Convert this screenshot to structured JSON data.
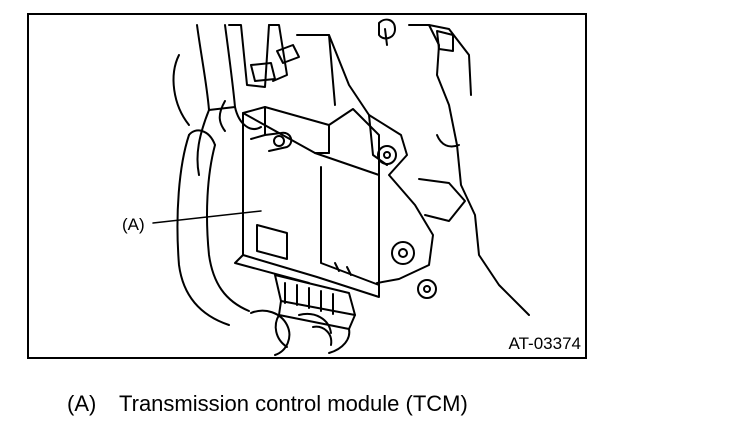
{
  "figure": {
    "callout": "(A)",
    "code": "AT-03374"
  },
  "legend": {
    "items": [
      {
        "key": "(A)",
        "text": "Transmission control module (TCM)"
      }
    ]
  },
  "colors": {
    "line": "#000000",
    "background": "#ffffff"
  }
}
